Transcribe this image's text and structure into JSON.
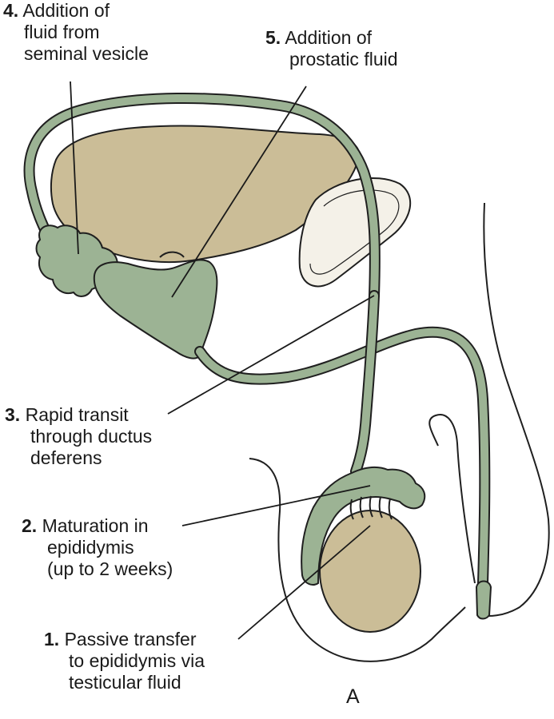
{
  "colors": {
    "duct_fill": "#9cb394",
    "duct_stroke": "#1f1f1f",
    "tissue_fill": "#cbbd97",
    "bone_fill": "#f4f1e8"
  },
  "labels": [
    {
      "num": "4.",
      "lines": [
        "Addition of",
        "fluid from",
        "seminal vesicle"
      ]
    },
    {
      "num": "5.",
      "lines": [
        "Addition of",
        "prostatic fluid"
      ]
    },
    {
      "num": "3.",
      "lines": [
        "Rapid transit",
        "through ductus",
        "deferens"
      ]
    },
    {
      "num": "2.",
      "lines": [
        "Maturation in",
        "epididymis",
        "(up to 2 weeks)"
      ]
    },
    {
      "num": "1.",
      "lines": [
        "Passive transfer",
        "to epididymis via",
        "testicular fluid"
      ]
    }
  ],
  "panel_letter": "A"
}
